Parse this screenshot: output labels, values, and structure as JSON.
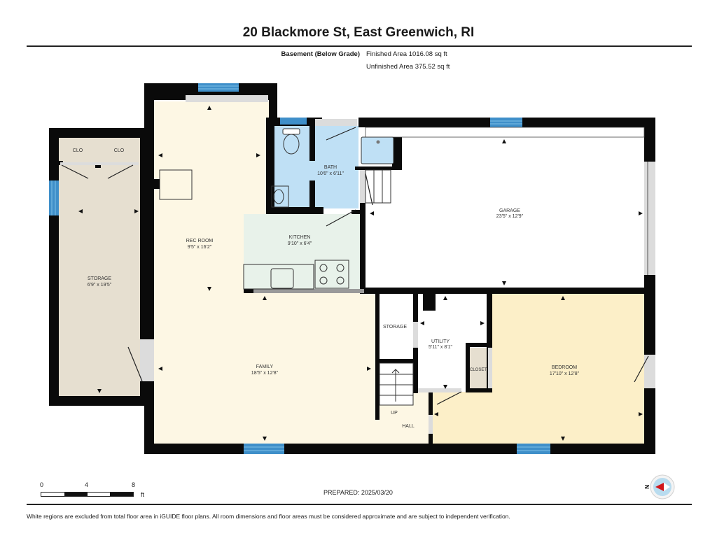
{
  "header": {
    "title": "20 Blackmore St, East Greenwich, RI"
  },
  "summary": {
    "floor_name": "Basement (Below Grade)",
    "finished_area": "Finished Area 1016.08 sq ft",
    "unfinished_area": "Unfinished Area 375.52 sq ft"
  },
  "rooms": [
    {
      "name": "CLO",
      "dims": ""
    },
    {
      "name": "CLO",
      "dims": ""
    },
    {
      "name": "STORAGE",
      "dims": "6'9\" x 19'5\""
    },
    {
      "name": "REC ROOM",
      "dims": "9'5\" x 16'2\""
    },
    {
      "name": "BATH",
      "dims": "10'6\" x 6'11\""
    },
    {
      "name": "KITCHEN",
      "dims": "9'10\" x 6'4\""
    },
    {
      "name": "GARAGE",
      "dims": "23'5\" x 12'9\""
    },
    {
      "name": "FAMILY",
      "dims": "18'5\" x 12'8\""
    },
    {
      "name": "STORAGE",
      "dims": ""
    },
    {
      "name": "UTILITY",
      "dims": "5'11\" x 8'1\""
    },
    {
      "name": "CLOSET",
      "dims": ""
    },
    {
      "name": "BEDROOM",
      "dims": "17'10\" x 12'8\""
    },
    {
      "name": "UP",
      "dims": ""
    },
    {
      "name": "HALL",
      "dims": ""
    }
  ],
  "colors": {
    "wall": "#0a0a0a",
    "window": "#3f8fc9",
    "finished": "#fdf7e4",
    "bath": "#bfe0f5",
    "kitchen": "#e8f2ea",
    "unfinished": "#e6dfd0",
    "bedroom": "#fcefc8",
    "garage": "#ffffff",
    "door_opening": "#dcdcdc"
  },
  "scale_bar": {
    "ticks": [
      "0",
      "4",
      "8"
    ],
    "unit": "ft"
  },
  "prepared": "PREPARED: 2025/03/20",
  "compass": {
    "label": "N"
  },
  "footer": {
    "disclaimer": "White regions are excluded from total floor area in iGUIDE floor plans. All room dimensions and floor areas must be considered approximate and are subject to independent verification."
  }
}
